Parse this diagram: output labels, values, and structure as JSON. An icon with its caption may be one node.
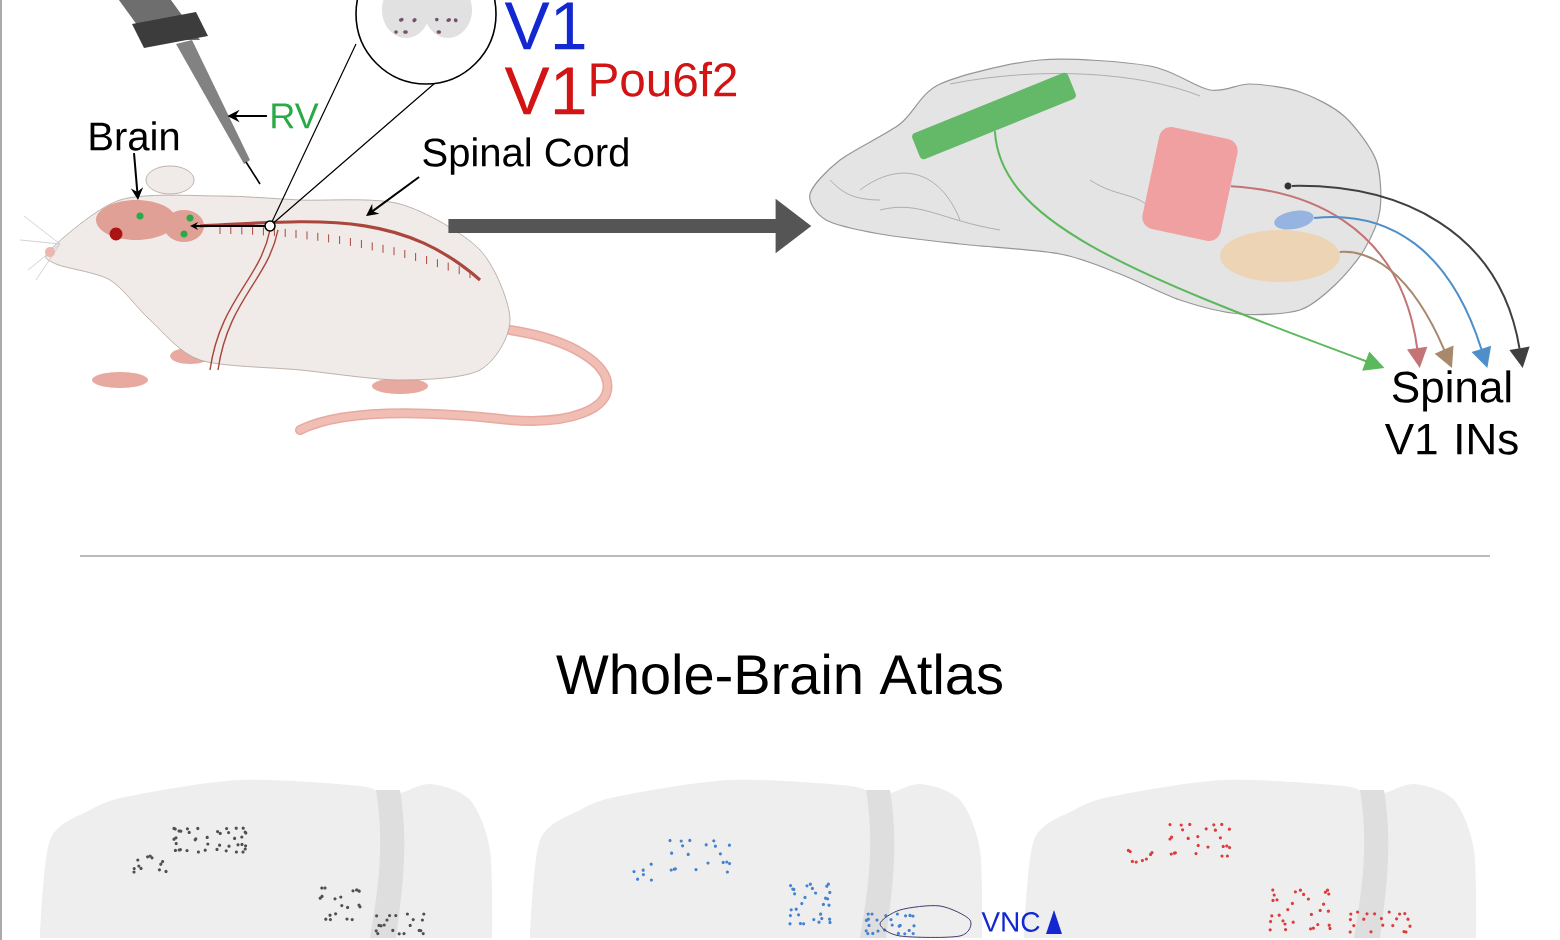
{
  "diagram": {
    "nodes": [
      {
        "text": [],
        "shape": "picture"
      },
      {
        "text": [
          "Brain"
        ]
      },
      {
        "text": [
          "RV"
        ]
      },
      {
        "text": [
          "Spinal Cord"
        ]
      },
      {
        "text": [],
        "shape": "picture"
      },
      {
        "text": [],
        "shape": "band",
        "in": 4
      },
      {
        "text": [],
        "shape": "box",
        "in": 4
      },
      {
        "text": [],
        "shape": "ellipse",
        "in": 4
      },
      {
        "text": [],
        "shape": "ellipse",
        "in": 4
      },
      {
        "text": [],
        "shape": "circle",
        "in": 4
      },
      {
        "text": [
          "Spinal V1 INs"
        ]
      },
      {
        "text": [],
        "shape": "picture"
      }
    ],
    "edges": [
      {
        "from": 0,
        "to": 4,
        "arrow": "to",
        "style": "thick",
        "color": "#555555"
      },
      {
        "from": 1,
        "to": 0,
        "arrow": "to"
      },
      {
        "from": 2,
        "to": 11,
        "arrow": "to"
      },
      {
        "from": 3,
        "to": 0,
        "arrow": "to"
      },
      {
        "from": 5,
        "to": 10,
        "arrow": "to",
        "color": "#5cb85c"
      },
      {
        "from": 6,
        "to": 10,
        "arrow": "to",
        "color": "#c47474"
      },
      {
        "from": 7,
        "to": 10,
        "arrow": "to",
        "color": "#a8896c"
      },
      {
        "from": 8,
        "to": 10,
        "arrow": "to",
        "color": "#4f8fc9"
      },
      {
        "from": 9,
        "to": 10,
        "arrow": "to",
        "color": "#404040"
      }
    ],
    "labels": [
      "V1",
      "V1$^{Pou6f2}$",
      "Whole-Brain Atlas",
      "VNC"
    ]
  }
}
